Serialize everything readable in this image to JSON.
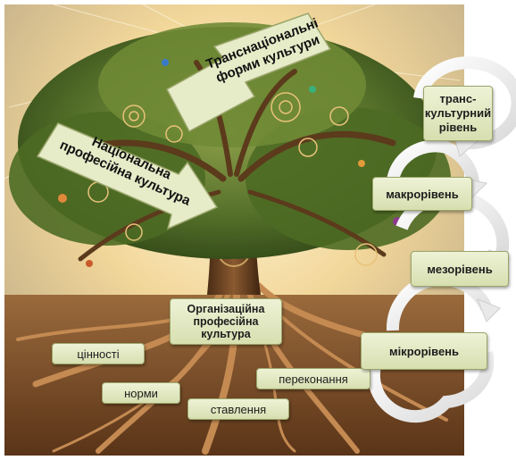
{
  "arrows": {
    "transnational": [
      "Транснаціональні",
      "форми культури"
    ],
    "national": [
      "Національна",
      "професійна культура"
    ]
  },
  "organizational": [
    "Організаційна",
    "професійна",
    "культура"
  ],
  "roots": {
    "values": "цінності",
    "norms": "норми",
    "attitudes": "ставлення",
    "beliefs": "переконання"
  },
  "levels": {
    "transcultural": [
      "транс-",
      "культурний",
      "рівень"
    ],
    "macro": "макрорівень",
    "meso": "мезорівень",
    "micro": "мікрорівень"
  },
  "colors": {
    "label_fill": "#e4e9c5",
    "label_border": "#9aa56a",
    "arrow_fill": "#e6ebc8",
    "sky": "#f6e6b8",
    "soil": "#7a4a24"
  }
}
